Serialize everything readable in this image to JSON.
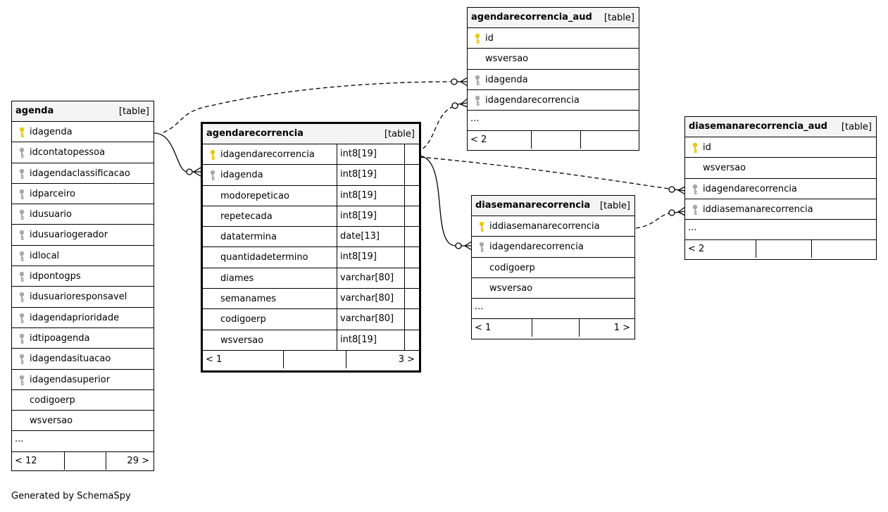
{
  "tables": [
    {
      "name": "agenda",
      "type_label": "[table]",
      "columns": [
        {
          "name": "idagenda",
          "key": "primary"
        },
        {
          "name": "idcontatopessoa",
          "key": "foreign"
        },
        {
          "name": "idagendaclassificacao",
          "key": "foreign"
        },
        {
          "name": "idparceiro",
          "key": "foreign"
        },
        {
          "name": "idusuario",
          "key": "foreign"
        },
        {
          "name": "idusuariogerador",
          "key": "foreign"
        },
        {
          "name": "idlocal",
          "key": "foreign"
        },
        {
          "name": "idpontogps",
          "key": "foreign"
        },
        {
          "name": "idusuarioresponsavel",
          "key": "foreign"
        },
        {
          "name": "idagendaprioridade",
          "key": "foreign"
        },
        {
          "name": "idtipoagenda",
          "key": "foreign"
        },
        {
          "name": "idagendasituacao",
          "key": "foreign"
        },
        {
          "name": "idagendasuperior",
          "key": "foreign"
        },
        {
          "name": "codigoerp",
          "key": "none"
        },
        {
          "name": "wsversao",
          "key": "none"
        }
      ],
      "ellipsis": "...",
      "footer": {
        "left": "< 12",
        "right": "29 >"
      }
    },
    {
      "name": "agendarecorrencia",
      "type_label": "[table]",
      "columns": [
        {
          "name": "idagendarecorrencia",
          "key": "primary",
          "type": "int8[19]"
        },
        {
          "name": "idagenda",
          "key": "foreign",
          "type": "int8[19]"
        },
        {
          "name": "modorepeticao",
          "key": "none",
          "type": "int8[19]"
        },
        {
          "name": "repetecada",
          "key": "none",
          "type": "int8[19]"
        },
        {
          "name": "datatermina",
          "key": "none",
          "type": "date[13]"
        },
        {
          "name": "quantidadetermino",
          "key": "none",
          "type": "int8[19]"
        },
        {
          "name": "diames",
          "key": "none",
          "type": "varchar[80]"
        },
        {
          "name": "semanames",
          "key": "none",
          "type": "varchar[80]"
        },
        {
          "name": "codigoerp",
          "key": "none",
          "type": "varchar[80]"
        },
        {
          "name": "wsversao",
          "key": "none",
          "type": "int8[19]"
        }
      ],
      "footer": {
        "left": "< 1",
        "right": "3 >"
      }
    },
    {
      "name": "agendarecorrencia_aud",
      "type_label": "[table]",
      "columns": [
        {
          "name": "id",
          "key": "primary"
        },
        {
          "name": "wsversao",
          "key": "none"
        },
        {
          "name": "idagenda",
          "key": "foreign"
        },
        {
          "name": "idagendarecorrencia",
          "key": "foreign"
        }
      ],
      "ellipsis": "...",
      "footer": {
        "left": "< 2",
        "right": ""
      }
    },
    {
      "name": "diasemanarecorrencia",
      "type_label": "[table]",
      "columns": [
        {
          "name": "iddiasemanarecorrencia",
          "key": "primary"
        },
        {
          "name": "idagendarecorrencia",
          "key": "foreign"
        },
        {
          "name": "codigoerp",
          "key": "none"
        },
        {
          "name": "wsversao",
          "key": "none"
        }
      ],
      "ellipsis": "...",
      "footer": {
        "left": "< 1",
        "right": "1 >"
      }
    },
    {
      "name": "diasemanarecorrencia_aud",
      "type_label": "[table]",
      "columns": [
        {
          "name": "id",
          "key": "primary"
        },
        {
          "name": "wsversao",
          "key": "none"
        },
        {
          "name": "idagendarecorrencia",
          "key": "foreign"
        },
        {
          "name": "iddiasemanarecorrencia",
          "key": "foreign"
        }
      ],
      "ellipsis": "...",
      "footer": {
        "left": "< 2",
        "right": ""
      }
    }
  ],
  "colors": {
    "primary_key": "#e8c800",
    "foreign_key": "#a8a8a8",
    "header_bg": "#f4f4f4"
  },
  "generated_by": "Generated by SchemaSpy"
}
